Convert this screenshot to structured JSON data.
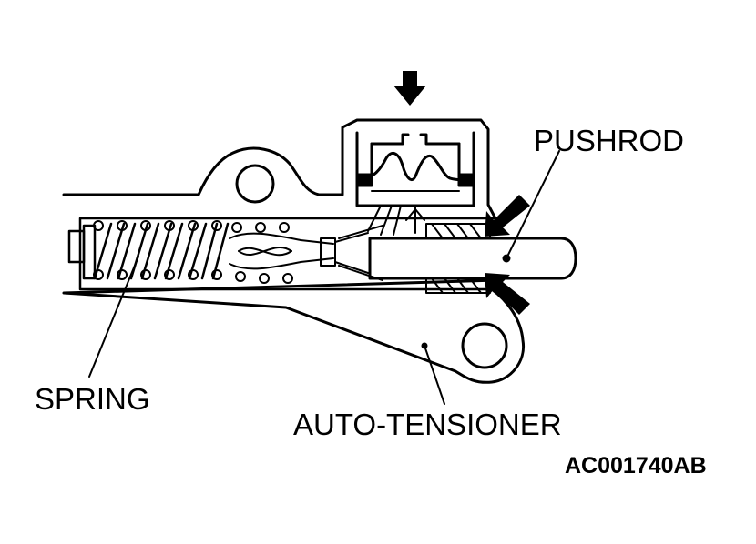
{
  "labels": {
    "pushrod": "PUSHROD",
    "spring": "SPRING",
    "auto_tensioner": "AUTO-TENSIONER",
    "figure_code": "AC001740AB"
  },
  "colors": {
    "line": "#000000",
    "background": "#ffffff"
  }
}
